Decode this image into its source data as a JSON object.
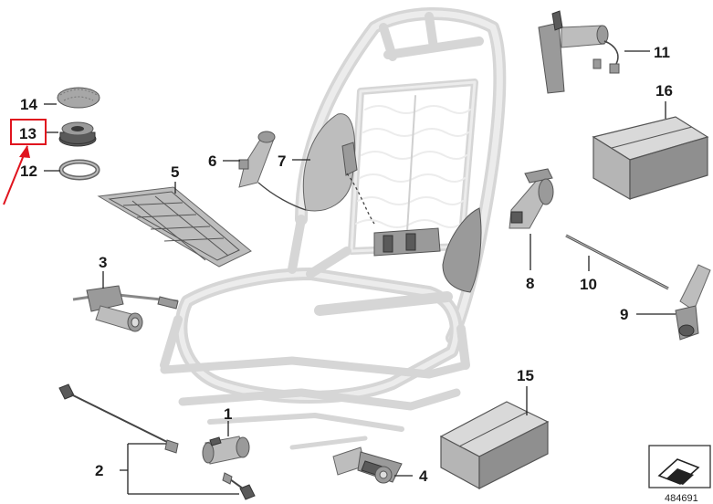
{
  "diagram": {
    "callouts": {
      "c1": "1",
      "c2": "2",
      "c3": "3",
      "c4": "4",
      "c5": "5",
      "c6": "6",
      "c7": "7",
      "c8": "8",
      "c9": "9",
      "c10": "10",
      "c11": "11",
      "c12": "12",
      "c13": "13",
      "c14": "14",
      "c15": "15",
      "c16": "16"
    },
    "highlighted_callout": "13",
    "highlight_color": "#e0141e",
    "reference_number": "484691"
  }
}
